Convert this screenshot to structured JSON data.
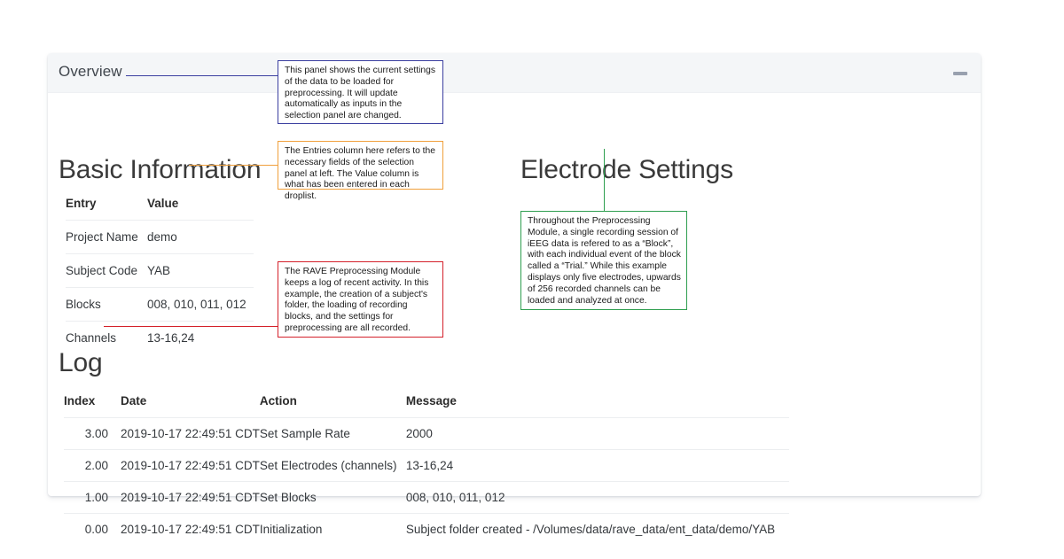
{
  "panel": {
    "title": "Overview",
    "minimize_icon": "minimize-dash-icon"
  },
  "basic_information": {
    "heading": "Basic Information",
    "columns": [
      "Entry",
      "Value"
    ],
    "rows": [
      {
        "entry": "Project Name",
        "value": "demo"
      },
      {
        "entry": "Subject Code",
        "value": "YAB"
      },
      {
        "entry": "Blocks",
        "value": "008, 010, 011, 012"
      },
      {
        "entry": "Channels",
        "value": "13-16,24"
      }
    ]
  },
  "electrode_settings": {
    "heading": "Electrode Settings"
  },
  "log": {
    "heading": "Log",
    "columns": [
      "Index",
      "Date",
      "Action",
      "Message"
    ],
    "rows": [
      {
        "index": "3.00",
        "date": "2019-10-17 22:49:51 CDT",
        "action": "Set Sample Rate",
        "message": "2000"
      },
      {
        "index": "2.00",
        "date": "2019-10-17 22:49:51 CDT",
        "action": "Set Electrodes (channels)",
        "message": "13-16,24"
      },
      {
        "index": "1.00",
        "date": "2019-10-17 22:49:51 CDT",
        "action": "Set Blocks",
        "message": "008, 010, 011, 012"
      },
      {
        "index": "0.00",
        "date": "2019-10-17 22:49:51 CDT",
        "action": "Initialization",
        "message": "Subject folder created - /Volumes/data/rave_data/ent_data/demo/YAB"
      }
    ]
  },
  "annotations": [
    {
      "id": "overview",
      "color": "#3b3fa0",
      "text": "This panel shows the current settings of the data to be loaded for preprocessing. It will update automatically as inputs in the selection panel are changed."
    },
    {
      "id": "entries",
      "color": "#f0a03c",
      "text": "The Entries column here refers to the necessary fields of the selection panel at left. The Value column is what has been entered in each droplist."
    },
    {
      "id": "log",
      "color": "#d4202a",
      "text": "The RAVE Preprocessing Module keeps a log of recent activity. In this example, the creation of a subject's folder, the loading of recording blocks, and the settings for preprocessing are all recorded."
    },
    {
      "id": "electrode",
      "color": "#2e9e4f",
      "text": "Throughout the Preprocessing Module, a single recording session of iEEG data is refered to as a “Block”, with each individual event of the block called a “Trial.”  While this example displays only five electrodes, upwards of 256 recorded channels can be loaded and analyzed at once."
    }
  ]
}
